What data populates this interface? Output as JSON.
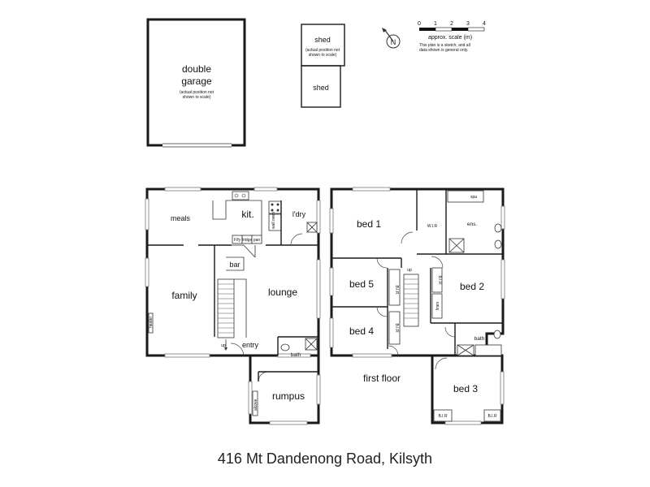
{
  "address": "416 Mt Dandenong Road, Kilsyth",
  "outbuildings": {
    "garage_line1": "double",
    "garage_line2": "garage",
    "garage_note1": "(actual position not",
    "garage_note2": "shown to scale)",
    "shed_top": "shed",
    "shed_top_note1": "(actual position not",
    "shed_top_note2": "shown to scale)",
    "shed_bottom": "shed"
  },
  "scale": {
    "ticks": [
      "0",
      "1",
      "2",
      "3",
      "4"
    ],
    "label": "approx. scale (m)",
    "disclaimer1": "This plan is a sketch, and all",
    "disclaimer2": "data shown is general only.",
    "north": "N"
  },
  "ground_floor": {
    "meals": "meals",
    "kit": "kit.",
    "ldry": "l'dry",
    "family": "family",
    "bar": "bar",
    "lounge": "lounge",
    "entry": "entry",
    "bath": "bath",
    "rumpus": "rumpus",
    "heater": "heater",
    "alcove": "alcove",
    "up": "up",
    "wall_oven": "wall oven",
    "fridge": "fridge",
    "pan": "pan",
    "f_fy": "F/fy"
  },
  "first_floor": {
    "title": "first floor",
    "bed1": "bed 1",
    "wir": "W.I.R",
    "ens": "ens.",
    "spa": "spa",
    "bed5": "bed 5",
    "bed2": "bed 2",
    "bed4": "bed 4",
    "bath": "bath",
    "bed3": "bed 3",
    "bir": "B.I.R",
    "linen": "linen",
    "up": "up"
  }
}
